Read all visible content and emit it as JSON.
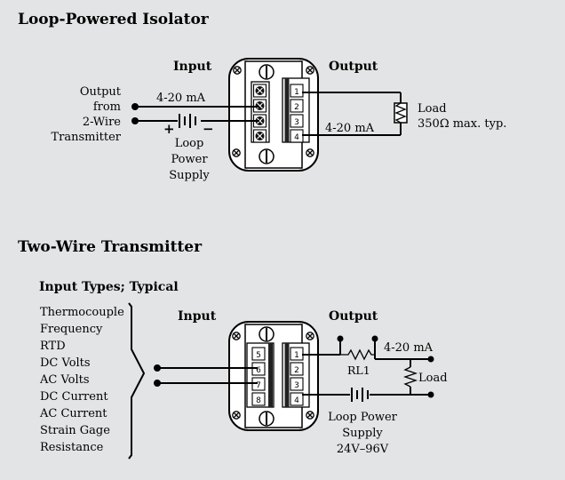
{
  "section1": {
    "title": "Loop-Powered Isolator",
    "input_label": "Input",
    "output_label": "Output",
    "source_lines": [
      "Output",
      "from",
      "2-Wire",
      "Transmitter"
    ],
    "current_in": "4-20 mA",
    "current_out": "4-20 mA",
    "supply_lines": [
      "Loop",
      "Power",
      "Supply"
    ],
    "plus": "+",
    "minus": "−",
    "load_lines": [
      "Load",
      "350Ω max. typ."
    ]
  },
  "section2": {
    "title": "Two-Wire Transmitter",
    "input_types_heading": "Input Types; Typical",
    "input_types": [
      "Thermocouple",
      "Frequency",
      "RTD",
      "DC Volts",
      "AC Volts",
      "DC Current",
      "AC Current",
      "Strain Gage",
      "Resistance"
    ],
    "input_label": "Input",
    "output_label": "Output",
    "current_out": "4-20 mA",
    "relay_label": "RL1",
    "load_label": "Load",
    "supply_lines": [
      "Loop Power",
      "Supply",
      "24V–96V"
    ]
  },
  "terminal_numbers": {
    "output": [
      "1",
      "2",
      "3",
      "4"
    ],
    "input": [
      "5",
      "6",
      "7",
      "8"
    ]
  }
}
